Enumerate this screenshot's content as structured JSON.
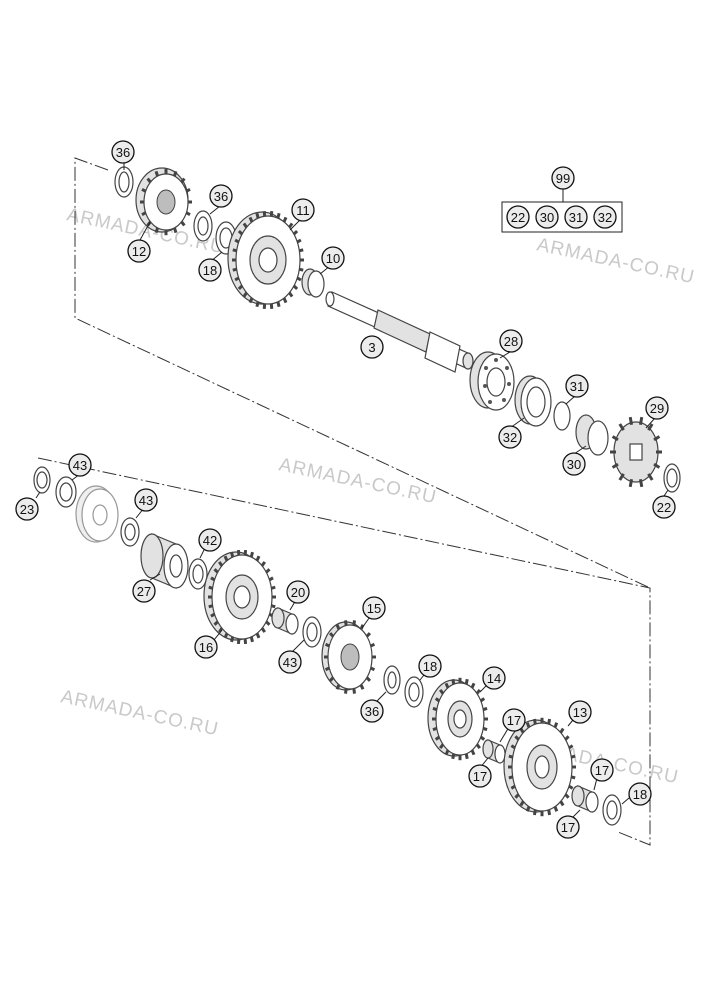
{
  "watermark": "ARMADA-CO.RU",
  "kit": {
    "number": "99",
    "contents": [
      "22",
      "30",
      "31",
      "32"
    ]
  },
  "callouts": [
    {
      "id": "c36a",
      "label": "36"
    },
    {
      "id": "c12",
      "label": "12"
    },
    {
      "id": "c36b",
      "label": "36"
    },
    {
      "id": "c18a",
      "label": "18"
    },
    {
      "id": "c11",
      "label": "11"
    },
    {
      "id": "c10",
      "label": "10"
    },
    {
      "id": "c3",
      "label": "3"
    },
    {
      "id": "c28",
      "label": "28"
    },
    {
      "id": "c31",
      "label": "31"
    },
    {
      "id": "c32",
      "label": "32"
    },
    {
      "id": "c29",
      "label": "29"
    },
    {
      "id": "c30",
      "label": "30"
    },
    {
      "id": "c22",
      "label": "22"
    },
    {
      "id": "c43a",
      "label": "43"
    },
    {
      "id": "c23",
      "label": "23"
    },
    {
      "id": "c43b",
      "label": "43"
    },
    {
      "id": "c42",
      "label": "42"
    },
    {
      "id": "c27",
      "label": "27"
    },
    {
      "id": "c20",
      "label": "20"
    },
    {
      "id": "c16",
      "label": "16"
    },
    {
      "id": "c43c",
      "label": "43"
    },
    {
      "id": "c15",
      "label": "15"
    },
    {
      "id": "c18b",
      "label": "18"
    },
    {
      "id": "c36c",
      "label": "36"
    },
    {
      "id": "c14",
      "label": "14"
    },
    {
      "id": "c13",
      "label": "13"
    },
    {
      "id": "c17a",
      "label": "17"
    },
    {
      "id": "c17b",
      "label": "17"
    },
    {
      "id": "c17c",
      "label": "17"
    },
    {
      "id": "c17d",
      "label": "17"
    },
    {
      "id": "c18c",
      "label": "18"
    }
  ]
}
